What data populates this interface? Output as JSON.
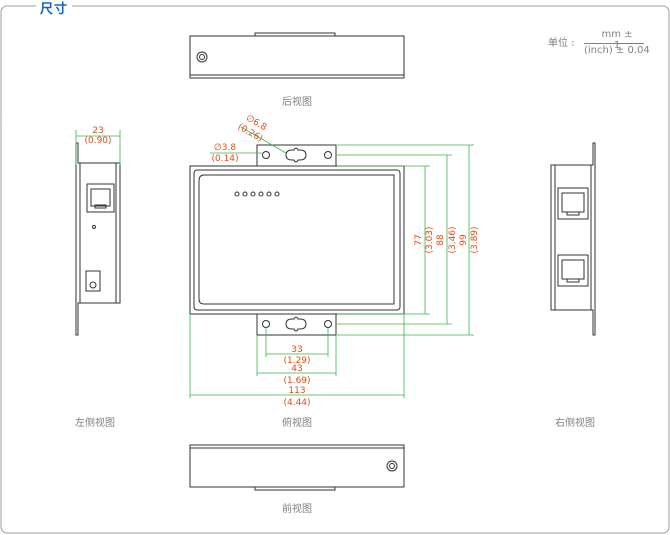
{
  "title": "尺寸",
  "unit": {
    "label": "单位 :",
    "primary": "mm ± 1",
    "secondary": "(inch) ± 0.04"
  },
  "views": {
    "rear": "后视图",
    "left": "左侧视图",
    "top": "俯视图",
    "right": "右侧视图",
    "front": "前视图"
  },
  "dimensions": {
    "width_left": {
      "mm": "23",
      "inch": "(0.90)"
    },
    "hole_large": {
      "mm": "∅6.8",
      "inch": "(0.26)"
    },
    "hole_small": {
      "mm": "∅3.8",
      "inch": "(0.14)"
    },
    "depth_77": {
      "mm": "77",
      "inch": "(3.03)"
    },
    "depth_88": {
      "mm": "88",
      "inch": "(3.46)"
    },
    "depth_99": {
      "mm": "99",
      "inch": "(3.89)"
    },
    "w_33": {
      "mm": "33",
      "inch": "(1.29)"
    },
    "w_43": {
      "mm": "43",
      "inch": "(1.69)"
    },
    "w_113": {
      "mm": "113",
      "inch": "(4.44)"
    }
  },
  "colors": {
    "frame": "#9e9e9e",
    "title": "#1565c0",
    "dimension_line": "#3cb44b",
    "dimension_text": "#e04e1a",
    "body_stroke": "#333333"
  }
}
